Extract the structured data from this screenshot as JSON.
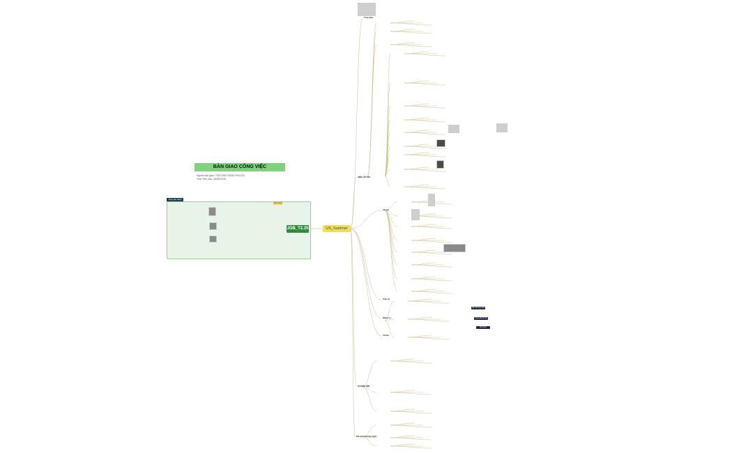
{
  "header": {
    "title": "BÀN GIAO CÔNG VIỆC",
    "meta_line1": "Người bàn giao: TRƯƠNG HỒNG PHƯỚC",
    "meta_line2": "Thời Tiên bàn: 26/05/2025"
  },
  "root": {
    "label": "US_Summer"
  },
  "job": {
    "label": "JOB_T2.25",
    "panel_tab": "Công việc chính",
    "tag": "Quan trọng"
  },
  "branches": [
    {
      "label": "Tổng quan"
    },
    {
      "label": "HIỆN LẮP RÁP"
    },
    {
      "label": "Chi tiết"
    },
    {
      "label": "Tuần tra"
    },
    {
      "label": "Nhiệm vụ"
    },
    {
      "label": "Tài liệu"
    },
    {
      "label": "Dự KIẾN TIẾN"
    },
    {
      "label": "Bàn giao thường xuyên"
    }
  ],
  "dark_tags": [
    "Tiến độ thực hiện",
    "Theo dõi tiến độ",
    "Chú thích"
  ],
  "colors": {
    "root": "#f3dd55",
    "job": "#2e8b3d",
    "title": "#7fd07f",
    "panel": "#e8f4e8",
    "line": "#c9c08a",
    "line_green": "#8ac28a"
  }
}
